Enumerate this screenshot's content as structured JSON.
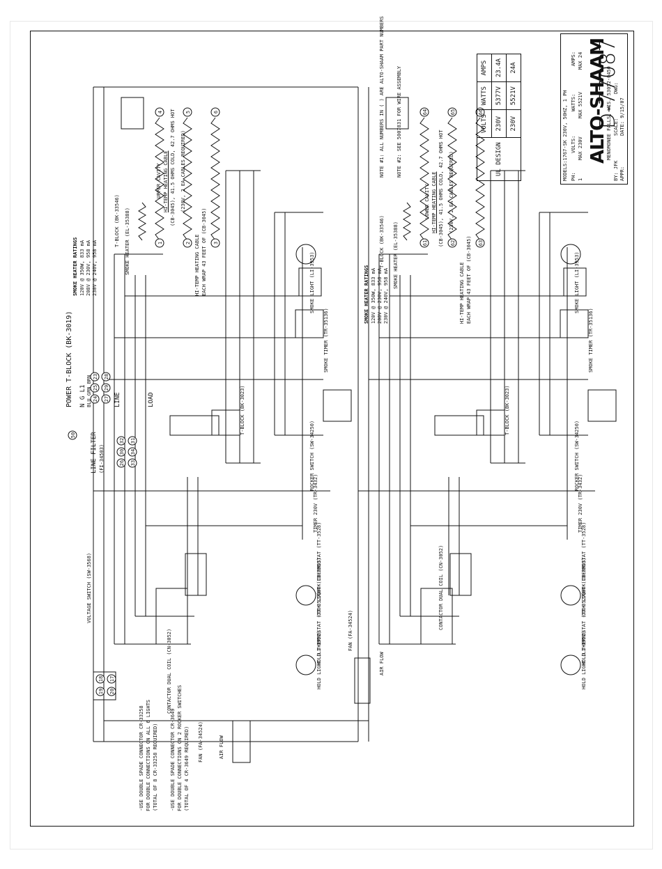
{
  "title_block": {
    "models_line": "MODELS:1767-SK 230V, 50HZ, 1 PH",
    "ph_label": "PH:",
    "ph_value": "1",
    "volts_label": "VOLTS:",
    "volts_value": "MAX 230V",
    "watts_label": "WATTS:",
    "watts_value": "MAX 5521V",
    "amps_label": "AMPS:",
    "amps_value": "MAX 24",
    "brand": "ALTO-SHAAM",
    "brand_address": "MENOMONEE FALLS, WIS. 53052-0450",
    "by": "BY: JFK",
    "appr": "APPR:",
    "scale": "SCALE:",
    "date": "DATE: 9/15/07",
    "dwg_label": "DWG:",
    "dwg_no": "D-77087"
  },
  "ul_table": {
    "title": "UL DESIGN",
    "headers": [
      "VOLTS",
      "WATTS",
      "AMPS"
    ],
    "rows": [
      [
        "230V",
        "5377V",
        "23.4A"
      ],
      [
        "230V",
        "5521V",
        "24A"
      ]
    ]
  },
  "notes": {
    "note1": "NOTE #1: ALL NUMBERS IN ( ) ARE ALTO-SHAAM PART NUMBERS",
    "note2": "NOTE #2: SEE 5007831 FOR WIRE ASSEMBLY"
  },
  "upper_cavity": {
    "title": "UPPER CAVITY",
    "cable": "HI-TEMP HEATING CABLE",
    "spec1": "(CB-3045), 41.5 OHMS COLD, 42.7 OHMS HOT",
    "spec2": "(230V, 2 EA CABLES REQUIRED)"
  },
  "lower_cavity": {
    "title": "LOWER CAVITY",
    "cable": "HI-TEMP HEATING CABLE",
    "spec1": "(CB-3045), 41.5 OHMS COLD, 42.7 OHMS HOT",
    "spec2": "(230V, 2 EA CABLES REQUIRED)"
  },
  "smoke_ratings": {
    "title": "SMOKE HEATER RATINGS",
    "r1": "120V @ 350W, 833 mA",
    "r2": "208V @ 230V, 958 mA",
    "r3": "230V @ 240V, 958 mA"
  },
  "components_left": {
    "power_tblock": "POWER T-BLOCK (BK-3019)",
    "line": "LINE",
    "load": "LOAD",
    "neutral_row": "N G L1",
    "color_row": "BLU GRN BRN",
    "line_filter": "LINE FILTER",
    "line_filter_pn": "(FI-34503)",
    "tblock_upper": "T-BLOCK (BK-33546)",
    "smoke_heater": "SMOKE HEATER (EL-35388)",
    "heating_cable": "HI-TEMP HEATING CABLE",
    "wrap": "EACH WRAP 43 FEET OF (CB-3045)",
    "smoke_light": "SMOKE LIGHT (LI-3953)",
    "smoke_timer": "SMOKE TIMER (TR-35136)",
    "tblock_mid": "T-BLOCK (BK-3023)",
    "rocker": "ROCKER SWITCH (SW-34250)",
    "timer": "TIMER 230V (TR-3432)",
    "cook_thermo": "COOK THERMOSTAT (TT-3528)",
    "cook_light": "COOK LIGHT (LI-3953)",
    "hold_thermo": "HOLD THERMOSTAT (TT-3527)",
    "hold_light": "HOLD LIGHT (LI-3952)",
    "contactor": "CONTACTOR DUAL COIL (CN-3052)",
    "voltage_switch": "VOLTAGE SWITCH (SW-3568)",
    "fan": "FAN (FA-34524)",
    "airflow": "AIR FLOW"
  },
  "components_right": {
    "tblock_upper": "T-BLOCK (BK-33546)",
    "smoke_heater": "SMOKE HEATER (EL-35388)",
    "heating_cable": "HI-TEMP HEATING CABLE",
    "wrap": "EACH WRAP 43 FEET OF (CB-3045)",
    "smoke_light": "SMOKE LIGHT (LI-3953)",
    "smoke_timer": "SMOKE TIMER (TR-35136)",
    "tblock_mid": "T-BLOCK (BK-3023)",
    "rocker": "ROCKER SWITCH (SW-34250)",
    "timer": "TIMER 230V (TR-3432)",
    "cook_thermo": "COOK THERMOSTAT (TT-3528)",
    "cook_light": "COOK LIGHT (LI-3953)",
    "hold_thermo": "HOLD THERMOSTAT (TT-3527)",
    "hold_light": "HOLD LIGHT (LI-3952)",
    "contactor": "CONTACTOR DUAL COIL (CN-3052)",
    "fan": "FAN (FA-34524)",
    "airflow": "AIR FLOW"
  },
  "footnotes": {
    "f1a": "-USE DOUBLE SPADE CONNECTOR CR-33258",
    "f1b": "FOR DOUBLE CONNECTIONS ON ALL 6 LIGHTS",
    "f1c": "(TOTAL OF 8 CR-33258 REQUIRED)",
    "f2a": "-USE DOUBLE SPADE CONNECTOR CR-3649",
    "f2b": "FOR DOUBLE CONNECTIONS ON 2 ROCKER SWITCHES",
    "f2c": "(TOTAL OF 4 CR-3649 REQUIRED)"
  },
  "terminals": {
    "power": [
      "24",
      "25",
      "23",
      "27",
      "29",
      "28",
      "26",
      "30",
      "32",
      "33",
      "34",
      "31",
      "50"
    ],
    "heater_upper": [
      "1",
      "2",
      "3",
      "4",
      "5",
      "6"
    ],
    "heater_lower": [
      "61",
      "62",
      "63",
      "64",
      "65",
      "66"
    ],
    "voltage_sw": [
      "19",
      "18",
      "20",
      "17"
    ]
  }
}
